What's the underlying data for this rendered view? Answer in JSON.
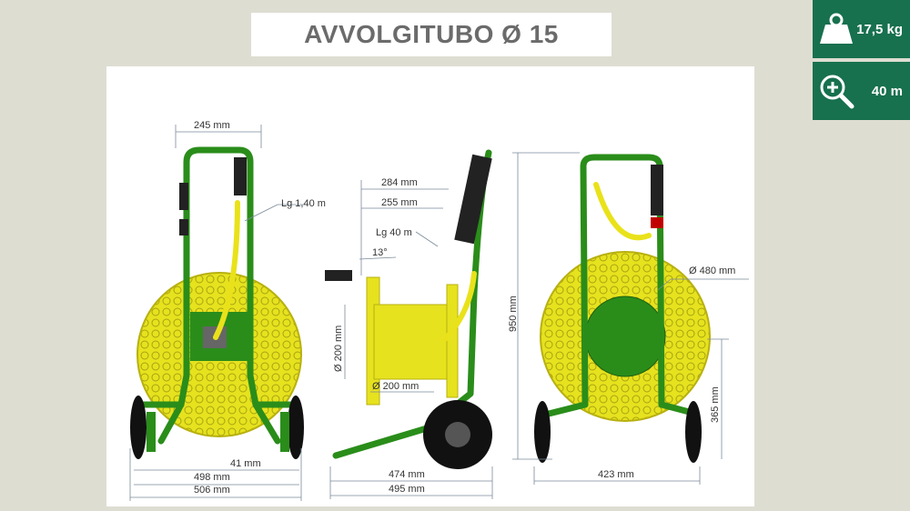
{
  "title": "AVVOLGITUBO Ø 15",
  "specs": [
    {
      "icon": "weight-icon",
      "value": "17,5 kg"
    },
    {
      "icon": "zoom-in-icon",
      "value": "40 m"
    }
  ],
  "dimensions": {
    "front_top_width": "245 mm",
    "hose_length_front": "Lg 1,40 m",
    "wheel_offset": "41 mm",
    "front_width_1": "498 mm",
    "front_width_2": "506 mm",
    "side_284": "284 mm",
    "side_255": "255 mm",
    "hose_length_side": "Lg 40 m",
    "angle": "13°",
    "drum_height": "Ø 200 mm",
    "drum_diameter": "Ø 200 mm",
    "side_474": "474 mm",
    "side_495": "495 mm",
    "height": "950 mm",
    "reel_diameter": "Ø 480 mm",
    "axle_height": "365 mm",
    "back_width": "423 mm"
  },
  "colors": {
    "accent": "#17704e",
    "frame": "#2a8d1a",
    "reel": "#e6e21e",
    "title_text": "#6b6b6b"
  }
}
